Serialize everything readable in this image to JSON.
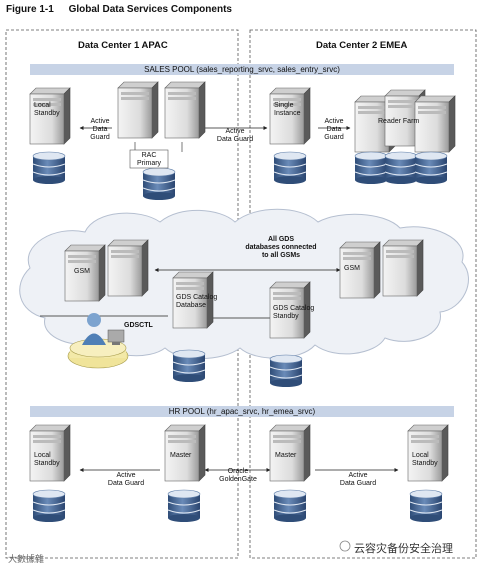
{
  "figure": {
    "number": "Figure 1-1",
    "title": "Global Data Services Components"
  },
  "data_centers": {
    "dc1": "Data Center 1 APAC",
    "dc2": "Data Center 2 EMEA"
  },
  "sales_pool": {
    "label": "SALES POOL (sales_reporting_srvc, sales_entry_srvc)",
    "nodes": {
      "local_standby": "Local\nStandby",
      "rac_primary": "RAC\nPrimary",
      "single_instance": "Single\nInstance",
      "reader_farm": "Reader Farm"
    },
    "links": {
      "adg_left": "Active\nData\nGuard",
      "adg_middle": "Active\nData Guard",
      "adg_right": "Active\nData\nGuard"
    }
  },
  "gds": {
    "gsm_left": "GSM",
    "gsm_right": "GSM",
    "catalog_primary": "GDS Catalog\nDatabase",
    "catalog_standby": "GDS Catalog\nStandby",
    "gdsctl": "GDSCTL",
    "note": "All GDS\ndatabases connected\nto all GSMs"
  },
  "hr_pool": {
    "label": "HR POOL (hr_apac_srvc, hr_emea_srvc)",
    "nodes": {
      "local_standby_left": "Local\nStandby",
      "master_left": "Master",
      "master_right": "Master",
      "local_standby_right": "Local\nStandby"
    },
    "links": {
      "adg_left": "Active\nData Guard",
      "oracle_goldengate": "Oracle\nGoldenGate",
      "adg_right": "Active\nData Guard"
    }
  },
  "watermarks": {
    "left": "大數據雜",
    "right": "云容灾备份安全治理"
  },
  "colors": {
    "pool_bar": "#c7d3e6",
    "server_light": "#e9e9e9",
    "server_dark": "#4a4a4a",
    "db_top": "#d9e2ee",
    "db_body": "#3f5f8a",
    "cloud_fill": "#eef1f6",
    "cloud_stroke": "#b5bfd0"
  }
}
